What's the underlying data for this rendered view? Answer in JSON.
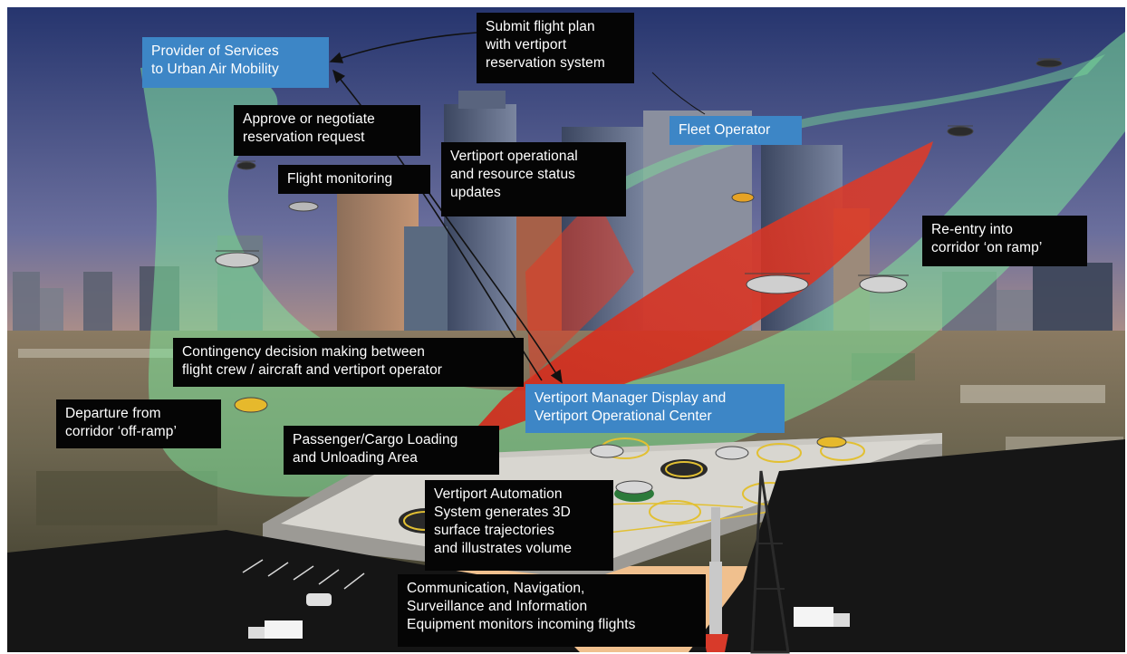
{
  "labels": {
    "provider": "Provider of Services\nto Urban Air Mobility",
    "submit_flight_plan": "Submit flight plan\nwith vertiport\nreservation system",
    "approve_negotiate": "Approve or negotiate\nreservation request",
    "fleet_operator": "Fleet Operator",
    "flight_monitoring": "Flight monitoring",
    "vertiport_status": "Vertiport operational\nand resource status\nupdates",
    "reentry": "Re-entry into\ncorridor ‘on ramp’",
    "contingency": "Contingency decision making between\nflight crew / aircraft and vertiport operator",
    "departure": "Departure from\ncorridor ‘off-ramp’",
    "manager_display": "Vertiport Manager Display and\nVertiport Operational Center",
    "loading_area": "Passenger/Cargo Loading\nand Unloading Area",
    "automation_system": "Vertiport Automation\nSystem generates 3D\nsurface trajectories\nand illustrates volume",
    "cnsi_equipment": "Communication, Navigation,\nSurveillance and Information\nEquipment monitors incoming flights"
  },
  "colors": {
    "label_dark": "#050505",
    "label_blue": "#3d86c6",
    "corridor_green": "#6fd38a",
    "corridor_red": "#e0301e",
    "sky_top": "#2f3f7a",
    "sky_horizon": "#e9b07a"
  }
}
